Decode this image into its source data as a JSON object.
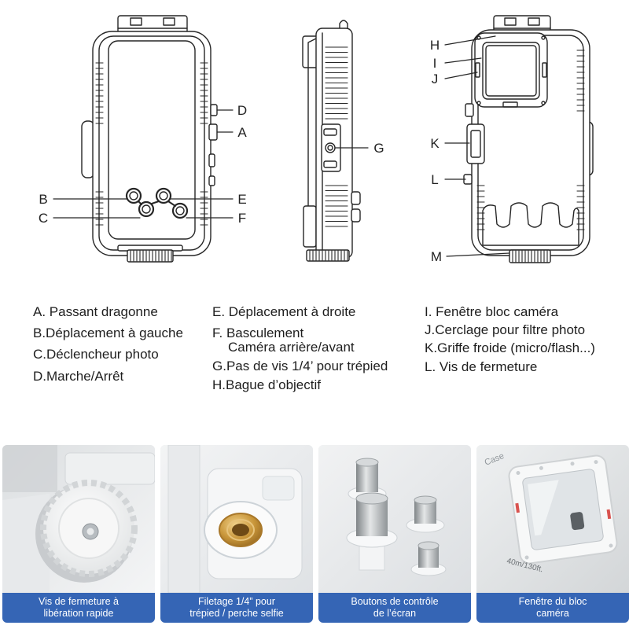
{
  "diagram": {
    "front_view": {
      "callouts": [
        "D",
        "A",
        "B",
        "E",
        "C",
        "F"
      ]
    },
    "side_view": {
      "callouts": [
        "G"
      ]
    },
    "back_view": {
      "callouts": [
        "H",
        "I",
        "J",
        "K",
        "L",
        "M"
      ]
    }
  },
  "legend": {
    "column_1": [
      "A. Passant dragonne",
      "B.Déplacement à gauche",
      "C.Déclencheur photo",
      "D.Marche/Arrêt"
    ],
    "column_2": [
      "E. Déplacement à droite",
      "F. Basculement",
      "Caméra arrière/avant",
      "G.Pas de vis 1/4’ pour trépied",
      "H.Bague d’objectif"
    ],
    "column_3": [
      "I. Fenêtre bloc caméra",
      "J.Cerclage pour filtre photo",
      "K.Griffe froide (micro/flash...)",
      "L. Vis de fermeture"
    ]
  },
  "photos": [
    {
      "caption": [
        "Vis de fermeture à",
        "libération rapide"
      ]
    },
    {
      "caption": [
        "Filetage 1/4” pour",
        "trépied / perche selfie"
      ]
    },
    {
      "caption": [
        "Boutons de contrôle",
        "de l’écran"
      ]
    },
    {
      "caption": [
        "Fenêtre du bloc",
        "caméra"
      ],
      "printed_text": [
        "Case",
        "40m/130ft."
      ]
    }
  ],
  "colors": {
    "caption_background": "#3565b5",
    "line_art": "#262626",
    "legend_text": "#1e1e1e",
    "gold_insert": "#c9963a"
  }
}
